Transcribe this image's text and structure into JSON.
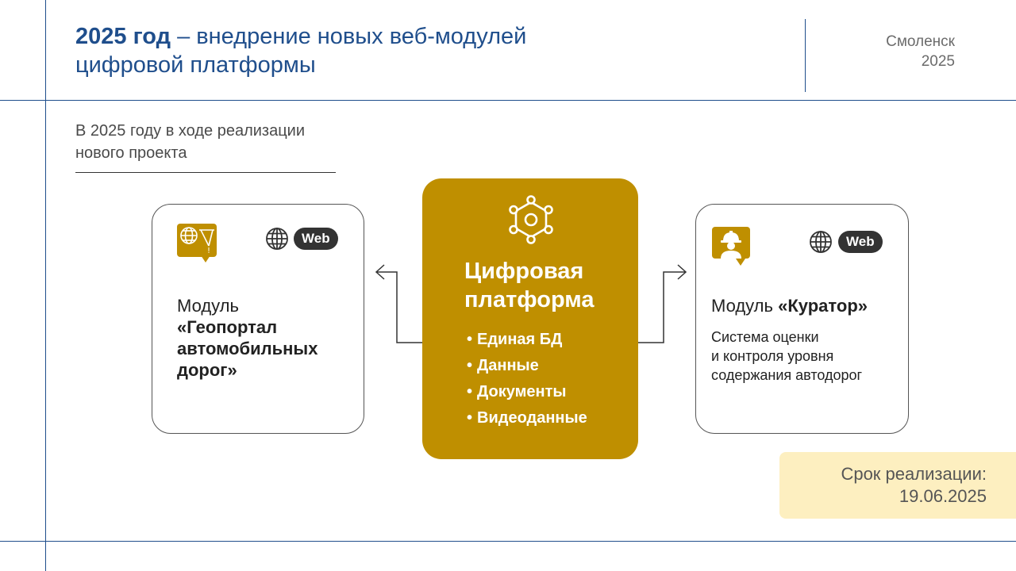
{
  "header": {
    "title_bold": "2025 год",
    "title_rest": " – внедрение новых веб-модулей",
    "title_line2": "цифровой платформы",
    "city": "Смоленск",
    "year": "2025"
  },
  "intro": {
    "line1": "В 2025 году в ходе реализации",
    "line2": "нового проекта"
  },
  "left_module": {
    "icon": "geoportal-icon",
    "web_label": "Web",
    "prefix": "Модуль",
    "name_line1": "«Геопортал",
    "name_line2": "автомобильных",
    "name_line3": "дорог»"
  },
  "platform": {
    "icon": "network-hub-icon",
    "title_line1": "Цифровая",
    "title_line2": "платформа",
    "items": [
      "Единая БД",
      "Данные",
      "Документы",
      "Видеоданные"
    ]
  },
  "right_module": {
    "icon": "worker-helmet-icon",
    "web_label": "Web",
    "prefix": "Модуль",
    "name": "«Куратор»",
    "desc_line1": "Система оценки",
    "desc_line2": "и контроля уровня",
    "desc_line3": "содержания автодорог"
  },
  "deadline": {
    "label": "Срок реализации:",
    "date": "19.06.2025"
  },
  "colors": {
    "accent_blue": "#1f4e8c",
    "gold": "#bf8f00",
    "deadline_bg": "#fdefc0"
  }
}
